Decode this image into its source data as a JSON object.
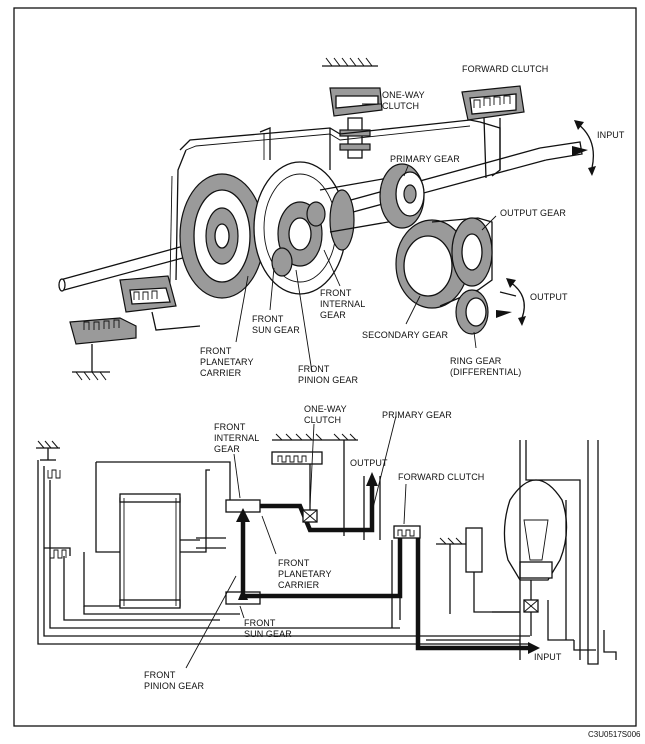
{
  "top_labels": {
    "forward_clutch": "FORWARD CLUTCH",
    "one_way_1": "ONE-WAY",
    "one_way_2": "CLUTCH",
    "input": "INPUT",
    "primary_gear": "PRIMARY GEAR",
    "output_gear": "OUTPUT GEAR",
    "output": "OUTPUT",
    "front_internal_1": "FRONT",
    "front_internal_2": "INTERNAL",
    "front_internal_3": "GEAR",
    "front_sun_1": "FRONT",
    "front_sun_2": "SUN GEAR",
    "secondary_gear": "SECONDARY GEAR",
    "front_carrier_1": "FRONT",
    "front_carrier_2": "PLANETARY",
    "front_carrier_3": "CARRIER",
    "front_pinion_1": "FRONT",
    "front_pinion_2": "PINION GEAR",
    "ring_gear_1": "RING GEAR",
    "ring_gear_2": "(DIFFERENTIAL)"
  },
  "bottom_labels": {
    "one_way_1": "ONE-WAY",
    "one_way_2": "CLUTCH",
    "primary_gear": "PRIMARY GEAR",
    "front_internal_1": "FRONT",
    "front_internal_2": "INTERNAL",
    "front_internal_3": "GEAR",
    "output": "OUTPUT",
    "forward_clutch": "FORWARD CLUTCH",
    "front_carrier_1": "FRONT",
    "front_carrier_2": "PLANETARY",
    "front_carrier_3": "CARRIER",
    "front_sun_1": "FRONT",
    "front_sun_2": "SUN GEAR",
    "input": "INPUT",
    "front_pinion_1": "FRONT",
    "front_pinion_2": "PINION GEAR"
  },
  "figure_code": "C3U0517S006"
}
